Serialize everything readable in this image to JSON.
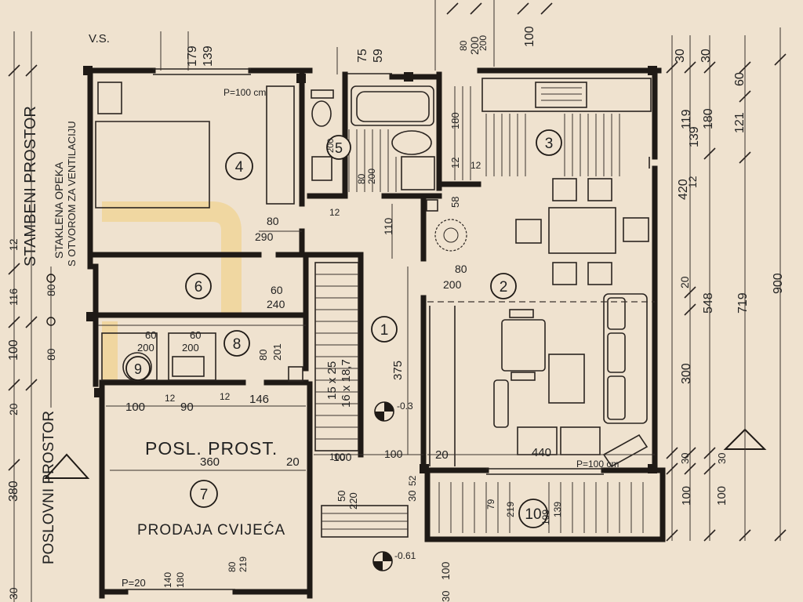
{
  "rooms": [
    {
      "number": "1"
    },
    {
      "number": "2"
    },
    {
      "number": "3"
    },
    {
      "number": "4"
    },
    {
      "number": "5"
    },
    {
      "number": "6"
    },
    {
      "number": "7"
    },
    {
      "number": "8"
    },
    {
      "number": "9"
    },
    {
      "number": "10"
    }
  ],
  "labels": {
    "posl_prost": "POSL. PROST.",
    "prodaja_cvijeca": "PRODAJA  CVIJEĆA",
    "stambeni_prostor": "STAMBENI PROSTOR",
    "poslovni_prostor": "POSLOVNI PROSTOR",
    "staklena_opeka": "STAKLENA OPEKA",
    "otvorom": "S OTVOROM ZA VENTILACIJU",
    "vs": "V.S.",
    "p100_bedroom": "P=100 cm",
    "p100_living": "P=100 cm",
    "p20": "P=20",
    "stair_1": "15 x 25",
    "stair_2": "16 x 18,7"
  },
  "elevations": {
    "e1": "-0.3",
    "e2": "-0.61"
  },
  "dims": {
    "top_179": "179",
    "top_139": "139",
    "top_75": "75",
    "top_59": "59",
    "top_200": "200",
    "top_100": "100",
    "r_30a": "30",
    "r_30b": "30",
    "r_60": "60",
    "r_121": "121",
    "r_180": "180",
    "r_119": "119",
    "r_139": "139",
    "r_420": "420",
    "r_12": "12",
    "r_548": "548",
    "r_719": "719",
    "r_900": "900",
    "r_300": "300",
    "r_20": "20",
    "r_100a": "100",
    "r_100b": "100",
    "r_30c": "30",
    "r_30d": "30",
    "l_380": "380",
    "l_100": "100",
    "l_12": "12",
    "l_116": "116",
    "l_20": "20",
    "l_30": "30",
    "l_80a": "80",
    "l_80b": "80",
    "d_80_290": "80",
    "d_290": "290",
    "d_60_240": "60",
    "d_240": "240",
    "d_60a": "60",
    "d_200a": "200",
    "d_60b": "60",
    "d_200b": "200",
    "d_80b": "80",
    "d_201": "201",
    "d_146": "146",
    "d_100b": "100",
    "d_90": "90",
    "d_12a": "12",
    "d_12b": "12",
    "d_360": "360",
    "d_20b": "20",
    "d_110": "110",
    "d_375": "375",
    "d_80c": "80",
    "d_200c": "200",
    "d_58": "58",
    "d_12c": "12",
    "d_180c": "180",
    "d_80d": "80",
    "d_200d": "200",
    "d_440": "440",
    "d_20c": "20",
    "d_100c": "100",
    "d_100d": "100",
    "d_79": "79",
    "d_219": "219",
    "d_139b": "139",
    "d_199": "199",
    "d_50": "50",
    "d_220": "220",
    "d_30e": "30",
    "d_100e": "100",
    "d_52": "52",
    "d_140": "140",
    "d_180e": "180",
    "d_80e": "80",
    "d_219b": "219",
    "d_100f": "100",
    "d_30f": "30",
    "d_12d": "12",
    "d_12e": "12",
    "d_200e": "200",
    "d_200f": "200",
    "d_80f": "80"
  },
  "colors": {
    "paper": "#efe2cf",
    "ink": "#1f1a16",
    "watermark": "#f3c24a"
  }
}
